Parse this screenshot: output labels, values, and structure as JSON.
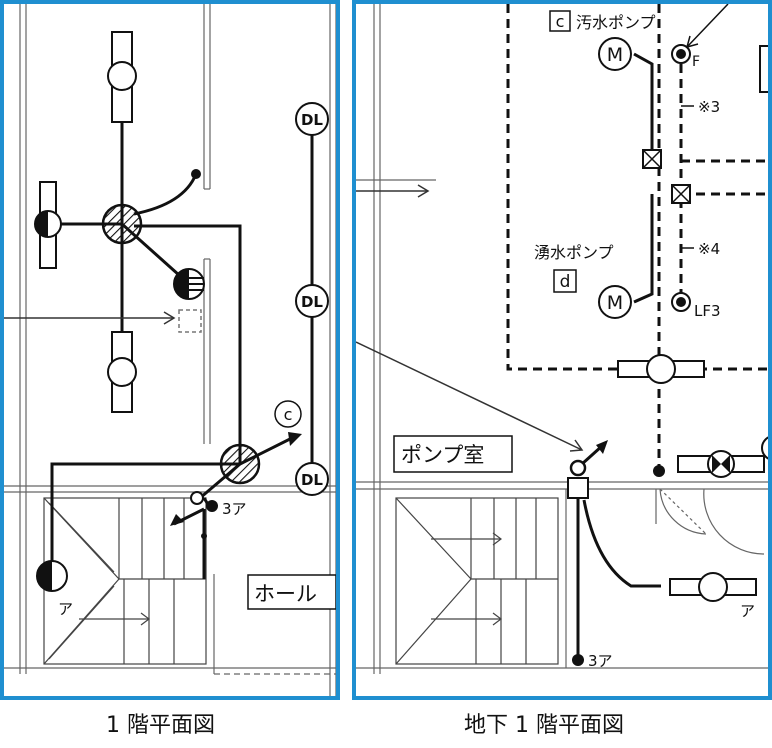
{
  "captions": {
    "left": "1 階平面図",
    "right": "地下 1 階平面図"
  },
  "left_plan": {
    "dl_1": "DL",
    "dl_2": "DL",
    "dl_3": "DL",
    "circuit_c": "c",
    "label_3a": "3ア",
    "label_a": "ア",
    "room_hall": "ホール"
  },
  "right_plan": {
    "box_c": "c",
    "sewage_pump": "汚水ポンプ",
    "spring_pump": "湧水ポンプ",
    "box_d": "d",
    "motor_1": "M",
    "motor_2": "M",
    "label_f": "F",
    "label_lf3": "LF3",
    "note_3": "※3",
    "note_4": "※4",
    "room_pump": "ポンプ室",
    "label_a": "ア",
    "label_3a": "3ア"
  },
  "colors": {
    "frame": "#1f8fd0",
    "line": "#111111",
    "wall": "#555555"
  }
}
